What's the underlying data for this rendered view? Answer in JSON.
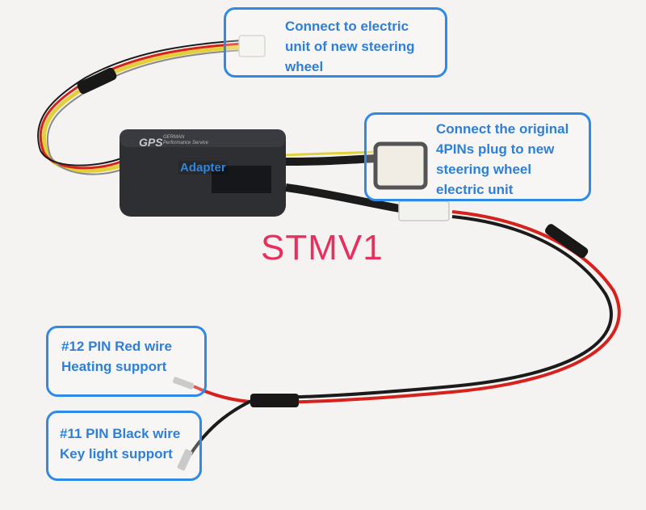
{
  "callouts": {
    "new_wheel_unit": {
      "line1": "Connect to electric",
      "line2": "unit of new steering",
      "line3": "wheel"
    },
    "original_plug": {
      "line1": "Connect the original",
      "line2": "4PINs plug to new",
      "line3": "steering wheel",
      "line4": "electric unit"
    },
    "pin12": {
      "line1": "#12 PIN Red wire",
      "line2": "Heating support"
    },
    "pin11": {
      "line1": "#11 PIN Black wire",
      "line2": "Key light support"
    }
  },
  "adapter_label": "Adapter",
  "product_code": "STMV1",
  "device_brand": {
    "logo": "GPS",
    "name_line1": "GERMAN",
    "name_line2": "Performance Service"
  },
  "colors": {
    "callout_border": "#2f8ae5",
    "callout_text": "#2d7fd8",
    "product_code": "#e8305e",
    "wire_red": "#d6211c",
    "wire_black": "#1b1b1b",
    "wire_yellow": "#e3cf3a",
    "adapter_body": "#2e2f33"
  }
}
